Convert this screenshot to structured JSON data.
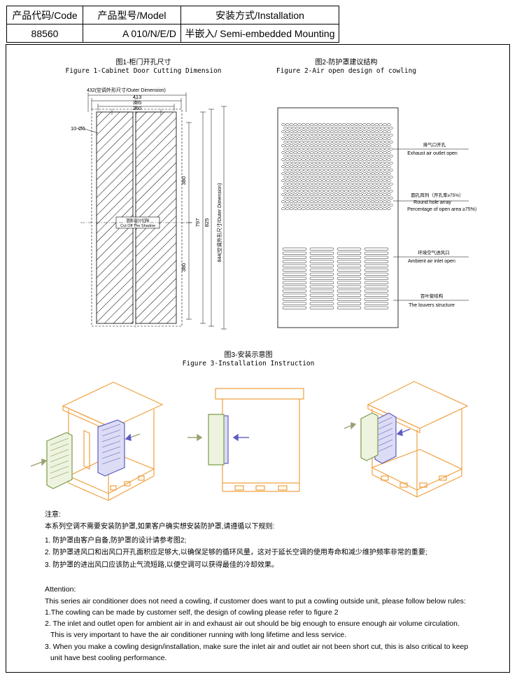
{
  "header": {
    "code_label": "产品代码/Code",
    "model_label": "产品型号/Model",
    "installation_label": "安装方式/Installation",
    "code_value": "88560",
    "model_value": "A 010/N/E/D",
    "installation_value": "半嵌入/ Semi-embedded Mounting"
  },
  "figure1": {
    "title_cn": "图1-柜门开孔尺寸",
    "title_en": "Figure 1-Cabinet Door Cutting Dimension",
    "outer_width_label": "432(空调外形尺寸/Outer Dimension)",
    "dim_413": "413",
    "dim_385": "385",
    "dim_260": "260",
    "hole_label": "10-Ø6",
    "dim_380_top": "380",
    "dim_380_bottom": "380",
    "dim_797": "797",
    "dim_825": "825",
    "outer_height_label": "844(空调外形尺寸/Outer Dimension)",
    "shadow_label_cn": "阴影部分切除",
    "shadow_label_en": "Cut Off The Shadow"
  },
  "figure2": {
    "title_cn": "图2-防护罩建议结构",
    "title_en": "Figure 2-Air open design of cowling",
    "label_exhaust_cn": "排气口开孔",
    "label_exhaust_en": "Exhaust air outlet open",
    "label_round_cn": "圆孔阵列（开孔率≥75%）",
    "label_round_en1": "Round hole array",
    "label_round_en2": "Percentage of open area ≥75%）",
    "label_ambient_cn": "环境空气进风口",
    "label_ambient_en": "Ambient air inlet open",
    "label_louver_cn": "百叶窗结构",
    "label_louver_en": "The louvers structure"
  },
  "figure3": {
    "title_cn": "图3-安装示意图",
    "title_en": "Figure 3-Installation Instruction"
  },
  "notes_cn": {
    "heading": "注意:",
    "intro": "本系列空调不需要安装防护罩,如果客户确实想安装防护罩,请遵循以下规则:",
    "line1": "1. 防护罩由客户自备,防护罩的设计请参考图2;",
    "line2": "2. 防护罩进风口和出风口开孔面积应足够大,以确保足够的循环风量，这对于延长空调的使用寿命和减少维护频率非常的重要;",
    "line3": "3. 防护罩的进出风口应该防止气流短路,以便空调可以获得最佳的冷却效果。"
  },
  "notes_en": {
    "heading": "Attention:",
    "intro": "This series air conditioner does not need a cowling, if customer does want to put a cowling outside unit, please follow below rules:",
    "line1": "1.The cowling can be made by customer self, the design of cowling please refer to figure 2",
    "line2a": "2. The inlet and outlet open for ambient air in and exhaust air out should be big enough to ensure enough air volume circulation.",
    "line2b": "This is very important to have the air conditioner running with long lifetime and less service.",
    "line3a": "3. When you make a cowling design/installation, make sure the inlet air and outlet air not been short cut, this is also critical to keep",
    "line3b": "unit have best cooling performance."
  },
  "colors": {
    "house": "#f0a040",
    "unit": "#5e5cc0",
    "cowling": "#7a9a48",
    "arrow": "#9aa070"
  }
}
